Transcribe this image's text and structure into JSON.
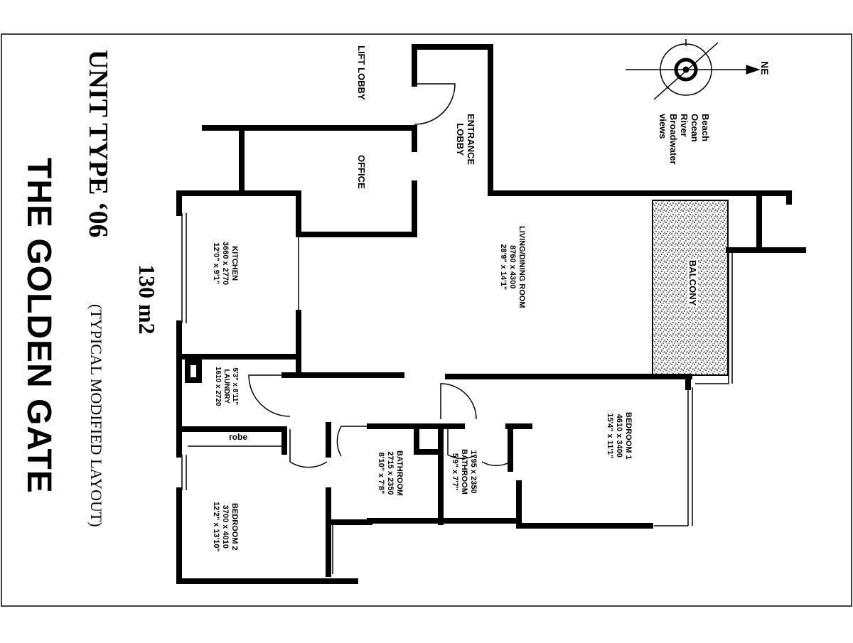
{
  "title": {
    "unit_type": "UNIT TYPE ‘06",
    "layout_note": "(TYPICAL MODIFIED LAYOUT)",
    "area": "130 m2",
    "brand": "THE GOLDEN GATE"
  },
  "compass": {
    "direction": "NE",
    "views": [
      "Beach",
      "Ocean",
      "River",
      "Broadwater",
      "views"
    ]
  },
  "rooms": {
    "lift_lobby": "LIFT LOBBY",
    "entrance_lobby": [
      "ENTRANCE",
      "LOBBY"
    ],
    "office": "OFFICE",
    "living": {
      "name": "LIVING/DINING ROOM",
      "metric": "8760 x 4300",
      "imperial": "28'9\" x 14'1\""
    },
    "balcony": "BALCONY",
    "kitchen": {
      "name": "KITCHEN",
      "metric": "3660 x 2770",
      "imperial": "12'0\" x 9'1\""
    },
    "laundry": {
      "name": "LAUNDRY",
      "imperial": "5'3\" x 8'11\"",
      "metric": "1610 x 2720"
    },
    "robe": "robe",
    "bathroom": {
      "name": "BATHROOM",
      "metric": "2715 x 2350",
      "imperial": "8'10\" x 7'8\""
    },
    "bathroom2": {
      "name": "BATHROOM",
      "metric": "1795 x 2350",
      "imperial": "5'9\" x 7'7\""
    },
    "bedroom1": {
      "name": "BEDROOM 1",
      "metric": "4610 x 3400",
      "imperial": "15'4\" x 11'1\""
    },
    "bedroom2": {
      "name": "BEDROOM 2",
      "metric": "3700 x 4010",
      "imperial": "12'2\" x 13'10\""
    }
  }
}
